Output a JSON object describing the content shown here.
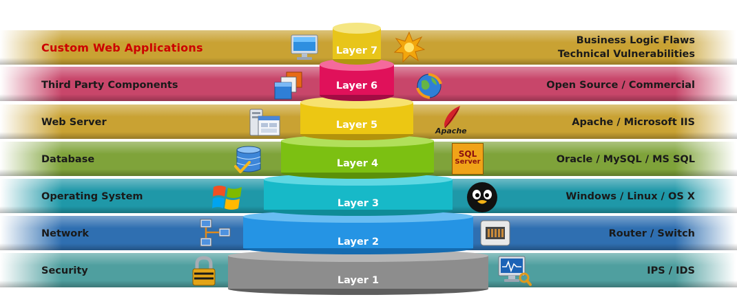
{
  "rows": [
    {
      "id": "layer7",
      "left": "Custom Web Applications",
      "right": [
        "Business Logic Flaws",
        "Technical Vulnerabilities"
      ],
      "tier": "Layer 7",
      "band_color": "#c9a233",
      "tier_color": "#e8c51a",
      "left_icon": "monitor-icon",
      "right_icon": "starburst-icon"
    },
    {
      "id": "layer6",
      "left": "Third Party Components",
      "right": [
        "Open Source / Commercial"
      ],
      "tier": "Layer 6",
      "band_color": "#c8466a",
      "tier_color": "#e0115a",
      "left_icon": "windows-stack-icon",
      "right_icon": "globe-sync-icon"
    },
    {
      "id": "layer5",
      "left": "Web Server",
      "right": [
        "Apache / Microsoft IIS"
      ],
      "tier": "Layer 5",
      "band_color": "#c9a233",
      "tier_color": "#ecc713",
      "left_icon": "server-window-icon",
      "right_icon": "apache-feather-icon",
      "right_icon_text": "Apache"
    },
    {
      "id": "layer4",
      "left": "Database",
      "right": [
        "Oracle / MySQL / MS SQL"
      ],
      "tier": "Layer 4",
      "band_color": "#7fa33a",
      "tier_color": "#7cc012",
      "left_icon": "database-check-icon",
      "right_icon": "sql-server-icon",
      "right_icon_text": [
        "SQL",
        "Server"
      ]
    },
    {
      "id": "layer3",
      "left": "Operating System",
      "right": [
        "Windows / Linux / OS X"
      ],
      "tier": "Layer 3",
      "band_color": "#1f98a8",
      "tier_color": "#17b9c8",
      "left_icon": "windows-logo-icon",
      "right_icon": "linux-penguin-icon"
    },
    {
      "id": "layer2",
      "left": "Network",
      "right": [
        "Router / Switch"
      ],
      "tier": "Layer 2",
      "band_color": "#2f6fb1",
      "tier_color": "#2594e4",
      "left_icon": "network-computers-icon",
      "right_icon": "router-icon"
    },
    {
      "id": "layer1",
      "left": "Security",
      "right": [
        "IPS / IDS"
      ],
      "tier": "Layer 1",
      "band_color": "#4f9f9f",
      "tier_color": "#8d8d8d",
      "left_icon": "padlock-icon",
      "right_icon": "monitor-inspect-icon"
    }
  ]
}
